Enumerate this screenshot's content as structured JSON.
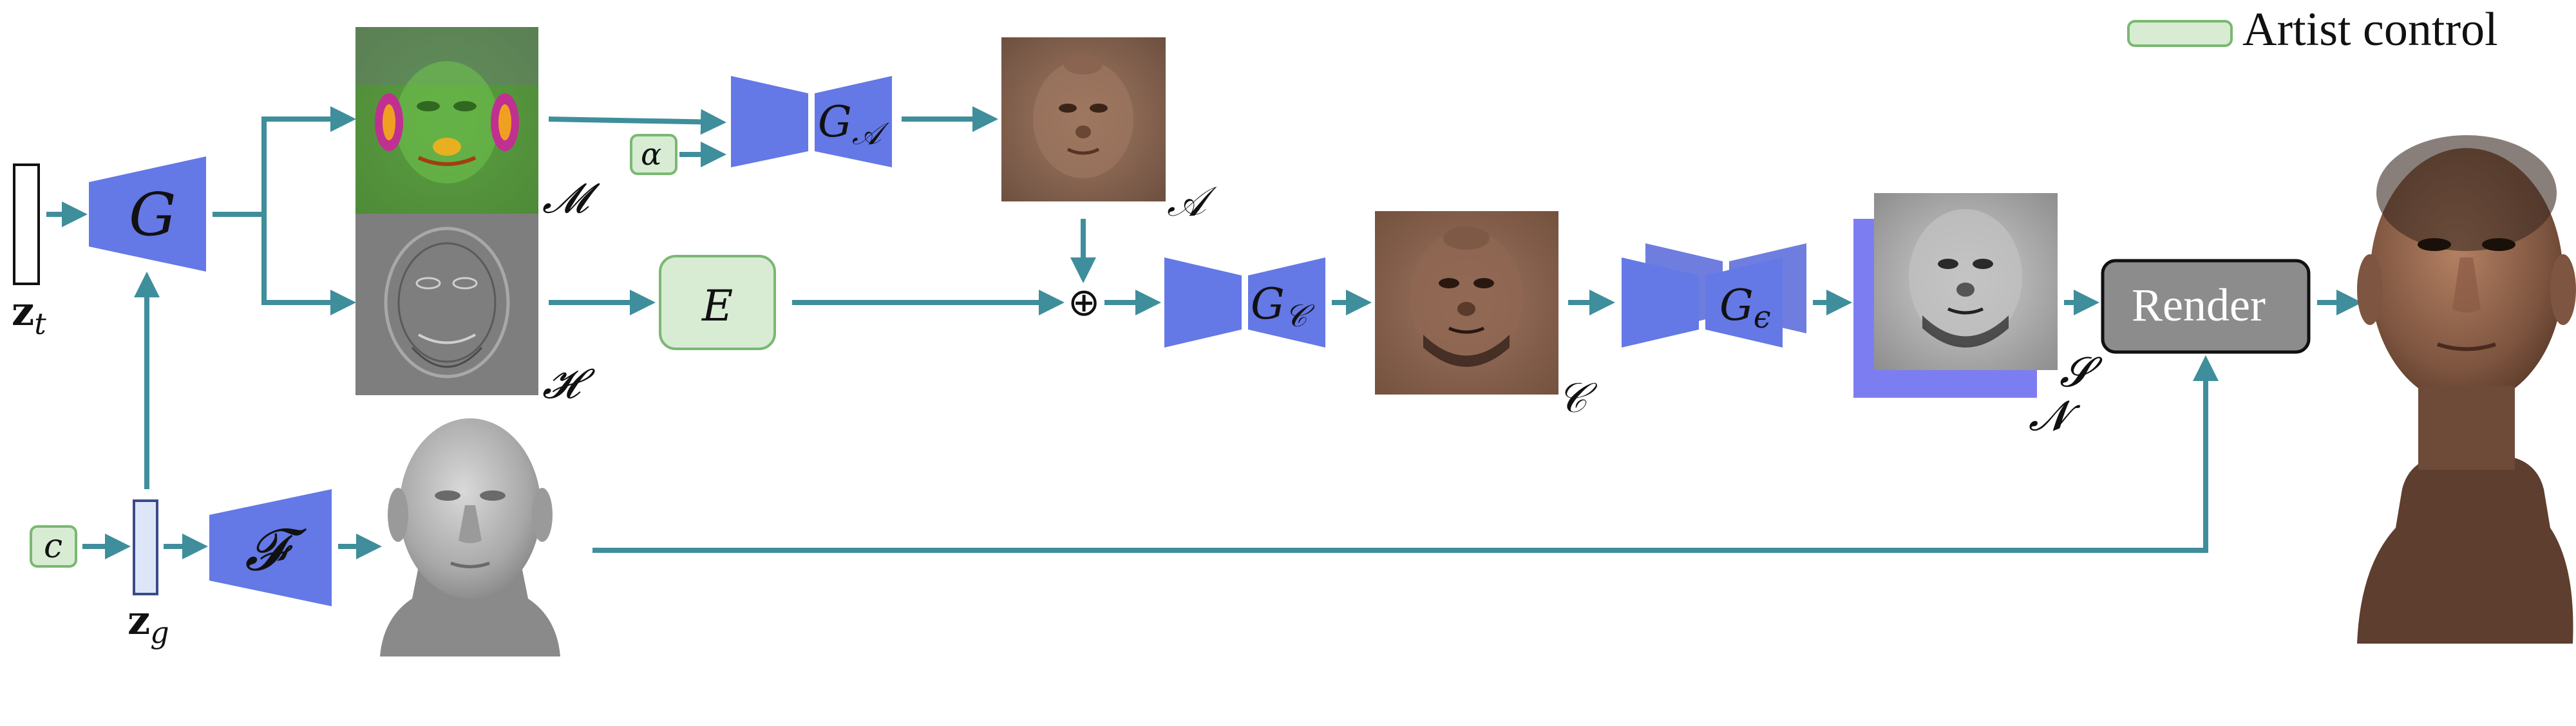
{
  "legend": {
    "label": "Artist control"
  },
  "colors": {
    "arrow": "#3f8e9c",
    "network": "#6478e6",
    "network_dark": "#5566d8",
    "control_fill": "#d8ecd4",
    "control_stroke": "#7ab872",
    "render_fill": "#8c8c8c",
    "latent_geo": "#dde6f8"
  },
  "inputs": {
    "zt_main": "z",
    "zt_sub": "t",
    "zg_main": "z",
    "zg_sub": "g",
    "c": "c",
    "alpha": "α"
  },
  "networks": {
    "G": "G",
    "F": "𝓕",
    "GA_main": "G",
    "GA_sub": "𝒜",
    "E": "E",
    "GC_main": "G",
    "GC_sub": "𝒞",
    "Ge_main": "G",
    "Ge_sub": "ϵ",
    "render": "Render",
    "plus": "⊕"
  },
  "maps": {
    "M": "𝓜",
    "H": "𝓗",
    "A": "𝒜",
    "C": "𝒞",
    "S": "𝓢",
    "N": "𝓝"
  }
}
